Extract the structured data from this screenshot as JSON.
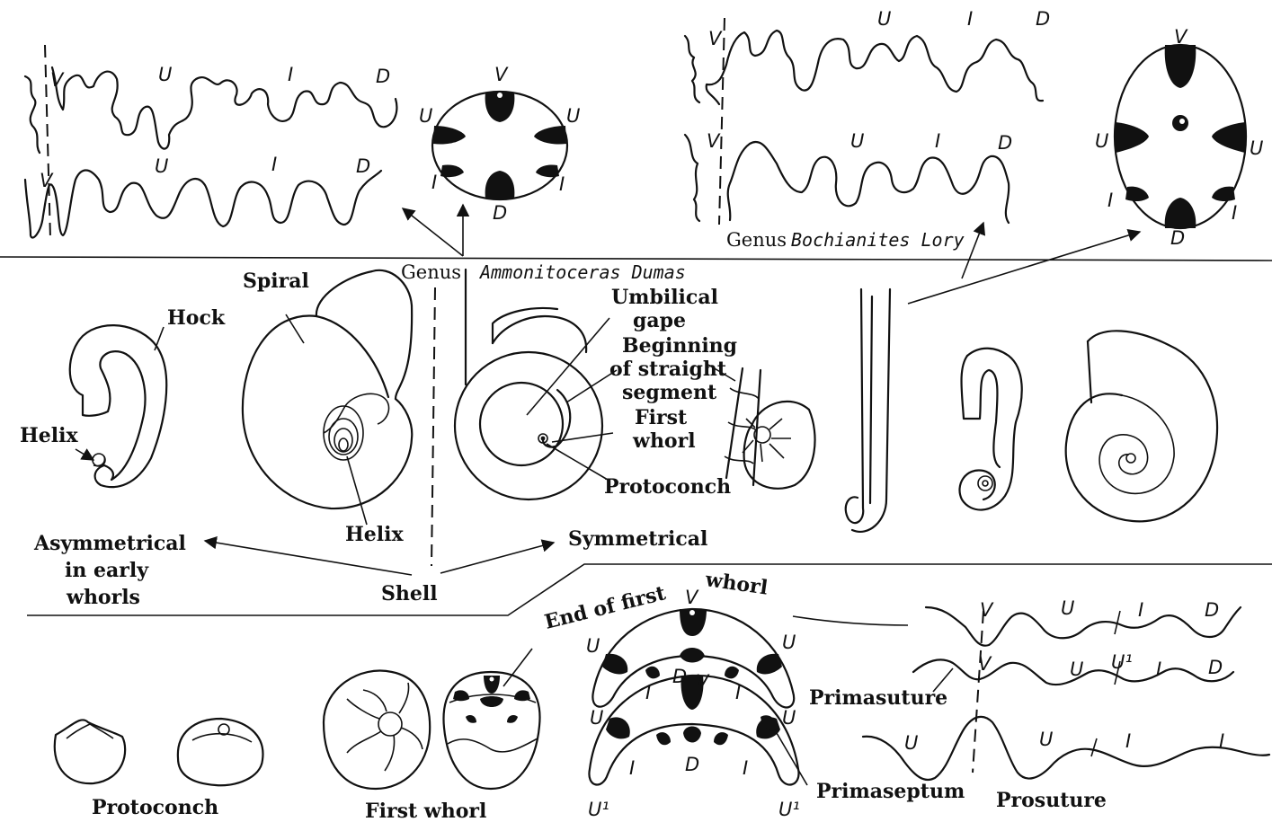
{
  "genera": {
    "ammonitoceras_genus": "Genus",
    "ammonitoceras_name": "Ammonitoceras Dumas",
    "bochianites_genus": "Genus",
    "bochianites_name": "Bochianites Lory"
  },
  "suture_letters": {
    "v": "V",
    "u": "U",
    "i": "I",
    "d": "D",
    "u1": "U¹"
  },
  "labels": {
    "hock": "Hock",
    "spiral": "Spiral",
    "helix_left": "Helix",
    "helix_bottom": "Helix",
    "umbilical_gape": [
      "Umbilical",
      "gape"
    ],
    "beginning_straight": [
      "Beginning",
      "of straight",
      "segment"
    ],
    "first_whorl_mid": [
      "First",
      "whorl"
    ],
    "protoconch_mid": "Protoconch",
    "asymmetrical": [
      "Asymmetrical",
      "in early",
      "whorls"
    ],
    "symmetrical": "Symmetrical",
    "shell": "Shell",
    "end_of_first_whorl": [
      "End of first",
      "whorl"
    ],
    "primasuture": "Primasuture",
    "primaseptum": "Primaseptum",
    "prosuture": "Prosuture",
    "protoconch_bottom": "Protoconch",
    "first_whorl_bottom": "First whorl"
  }
}
